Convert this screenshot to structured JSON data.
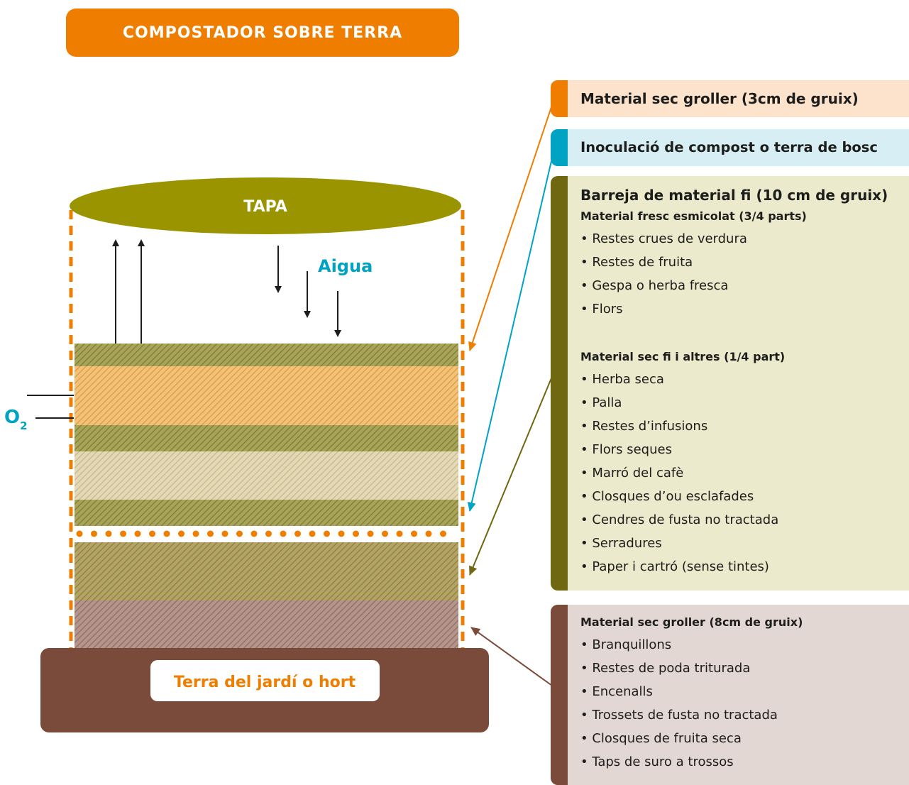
{
  "title": "COMPOSTADOR SOBRE TERRA",
  "lid_label": "TAPA",
  "water_label": "Aigua",
  "oxygen_label": "O",
  "oxygen_subscript": "2",
  "ground_label": "Terra del jardí o hort",
  "colors": {
    "orange": "#ee7d00",
    "cyan": "#00a3c4",
    "olive": "#9a9400",
    "dark_olive": "#6f6810",
    "brown": "#7a4a3a",
    "pale_orange": "#fde2cc",
    "pale_cyan": "#d6eef4",
    "pale_olive": "#eceacd",
    "pale_brown": "#e3d7d3"
  },
  "boxes": {
    "coarse_top": {
      "heading": "Material sec groller (3cm de gruix)"
    },
    "inoculation": {
      "heading": "Inoculació de compost o terra de bosc"
    },
    "fine_mix": {
      "heading": "Barreja de material fi (10 cm de gruix)",
      "fresh_heading": "Material fresc esmicolat (3/4 parts)",
      "fresh_items": [
        "• Restes crues de verdura",
        "• Restes de fruita",
        "• Gespa o herba fresca",
        "• Flors"
      ],
      "dry_heading": "Material sec fi i altres (1/4 part)",
      "dry_items": [
        "• Herba seca",
        "• Palla",
        "• Restes d’infusions",
        "• Flors seques",
        "• Marró del cafè",
        "• Closques d’ou esclafades",
        "• Cendres de fusta no tractada",
        "• Serradures",
        "• Paper i cartró (sense tintes)"
      ]
    },
    "coarse_bottom": {
      "heading": "Material sec groller (8cm de gruix)",
      "items": [
        "• Branquillons",
        "• Restes de poda triturada",
        "• Encenalls",
        "• Trossets de fusta no tractada",
        "• Closques de fruita seca",
        "• Taps de suro a trossos"
      ]
    }
  }
}
